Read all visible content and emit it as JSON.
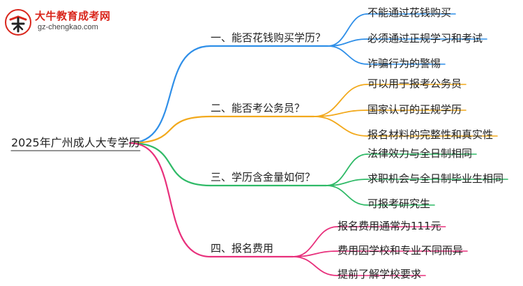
{
  "logo": {
    "title": "大牛教育成考网",
    "url": "gz-chengkao.com"
  },
  "root": {
    "label": "2025年广州成人大专学历"
  },
  "branches": [
    {
      "label": "一、能否花钱购买学历？",
      "color": "#2f8fe8",
      "children": [
        "不能通过花钱购买",
        "必须通过正规学习和考试",
        "诈骗行为的警惕"
      ]
    },
    {
      "label": "二、能否考公务员？",
      "color": "#f2a91c",
      "children": [
        "可以用于报考公务员",
        "国家认可的正规学历",
        "报名材料的完整性和真实性"
      ]
    },
    {
      "label": "三、学历含金量如何？",
      "color": "#2fba67",
      "children": [
        "法律效力与全日制相同",
        "求职机会与全日制毕业生相同",
        "可报考研究生"
      ]
    },
    {
      "label": "四、报名费用",
      "color": "#e8307c",
      "children": [
        "报名费用通常为111元",
        "费用因学校和专业不同而异",
        "提前了解学校要求"
      ]
    }
  ]
}
